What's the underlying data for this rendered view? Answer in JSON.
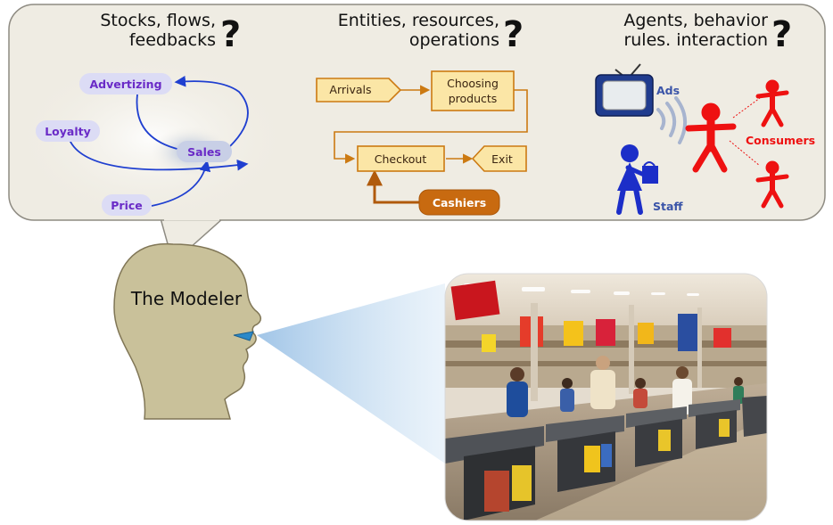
{
  "headings": {
    "system_dynamics": [
      "Stocks, flows,",
      "feedbacks"
    ],
    "discrete_event": [
      "Entities, resources,",
      "operations"
    ],
    "agent_based": [
      "Agents, behavior",
      "rules. interaction"
    ],
    "question_mark": "?"
  },
  "system_dynamics": {
    "nodes": [
      "Advertizing",
      "Loyalty",
      "Sales",
      "Price"
    ]
  },
  "discrete_event": {
    "blocks": [
      "Arrivals",
      "Choosing products",
      "Checkout",
      "Exit",
      "Cashiers"
    ],
    "choosing_lines": [
      "Choosing",
      "products"
    ]
  },
  "agent_based": {
    "labels": {
      "ads": "Ads",
      "consumers": "Consumers",
      "staff": "Staff"
    }
  },
  "modeler_label": "The Modeler",
  "colors": {
    "bubble_fill": "#efece3",
    "bubble_stroke": "#8e8b82",
    "head_fill": "#c9c19a",
    "sd_node_fill": "#dcdcf5",
    "sd_text": "#6a2bc7",
    "sd_arrow": "#1f3fd0",
    "de_block_fill": "#fbe6a6",
    "de_block_stroke": "#cc7a12",
    "de_resource_fill": "#c86a10",
    "consumers": "#ee1111",
    "staff": "#1c2ec8",
    "ads": "#203c8e"
  },
  "photo": {
    "subject": "supermarket checkout counters"
  }
}
